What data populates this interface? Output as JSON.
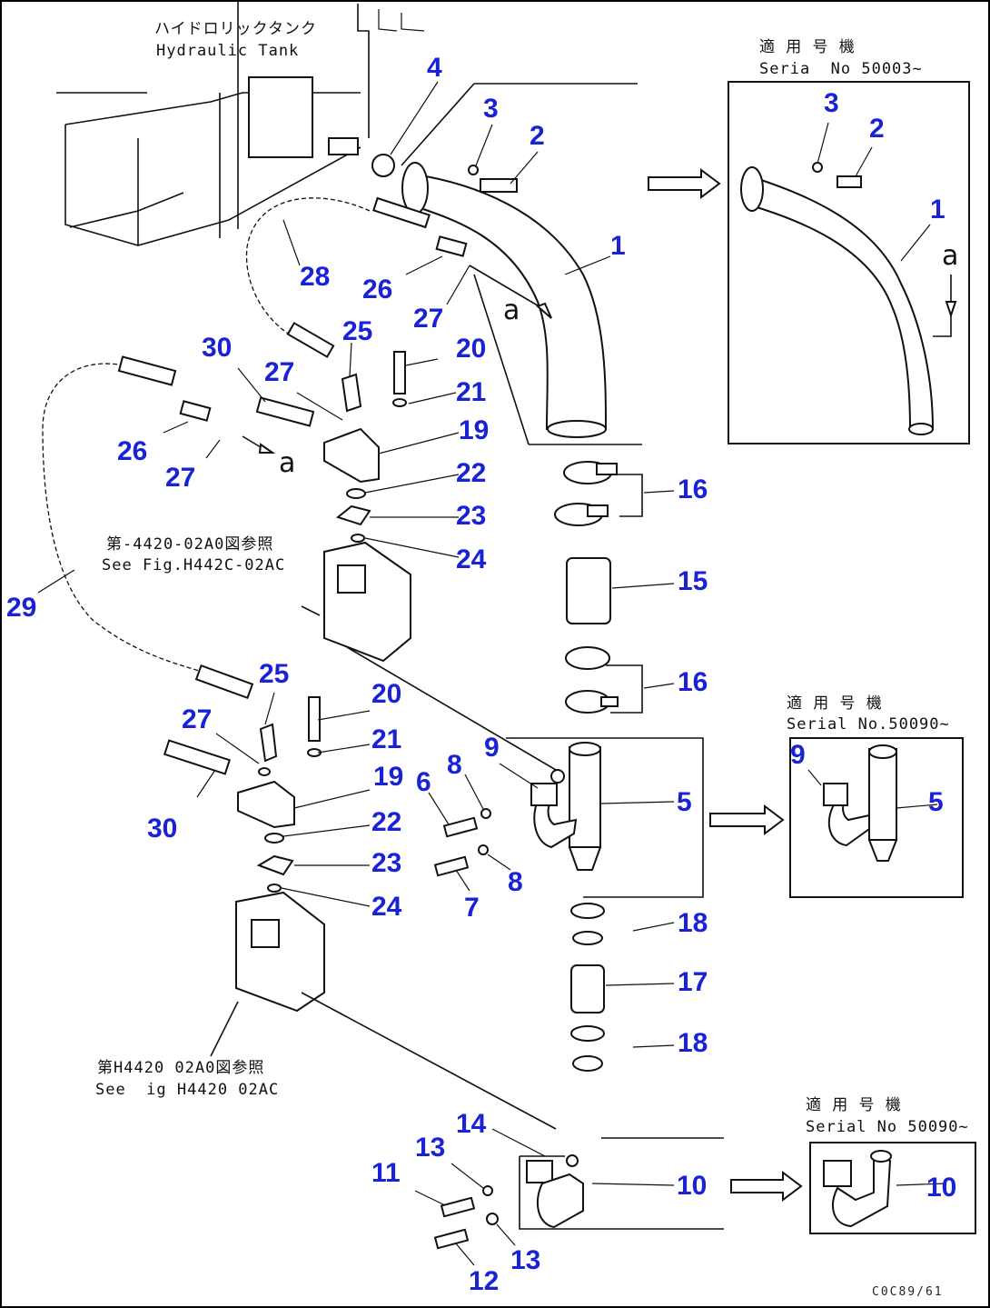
{
  "labels": {
    "tank_jp": "ハイドロリックタンク",
    "tank_en": "Hydraulic Tank",
    "serial_1_jp": "適 用 号 機",
    "serial_1_en": "Seria  No 50003~",
    "see_fig_1_jp": "第-4420-02A0図参照",
    "see_fig_1_en": "See Fig.H442C-02AC",
    "serial_2_jp": "適 用 号 機",
    "serial_2_en": "Serial No.50090~",
    "see_fig_2_jp": "第H4420 02A0図参照",
    "see_fig_2_en": "See  ig H4420 02AC",
    "serial_3_jp": "適 用 号 機",
    "serial_3_en": "Serial No 50090~",
    "drawing_code": "C0C89/61"
  },
  "view_arrow_letter": "a",
  "callouts": {
    "n1": "1",
    "n2": "2",
    "n3": "3",
    "n4": "4",
    "n5": "5",
    "n6": "6",
    "n7": "7",
    "n8": "8",
    "n9": "9",
    "n10": "10",
    "n11": "11",
    "n12": "12",
    "n13": "13",
    "n14": "14",
    "n15": "15",
    "n16": "16",
    "n17": "17",
    "n18": "18",
    "n19": "19",
    "n20": "20",
    "n21": "21",
    "n22": "22",
    "n23": "23",
    "n24": "24",
    "n25": "25",
    "n26": "26",
    "n27": "27",
    "n28": "28",
    "n29": "29",
    "n30": "30"
  },
  "colors": {
    "callout": "#1a22d6",
    "line": "#111111"
  }
}
